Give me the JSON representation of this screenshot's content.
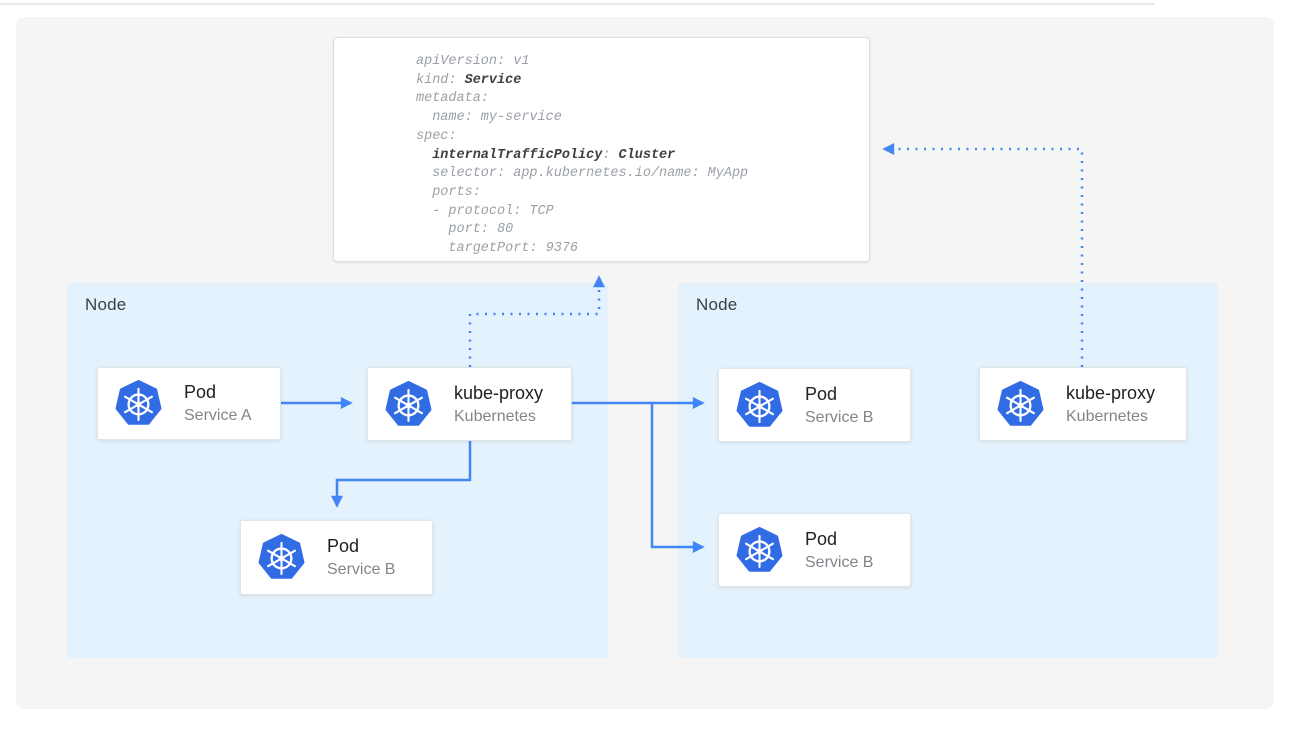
{
  "colors": {
    "arrow_blue": "#4285f4",
    "k8s_icon_blue": "#326ce5",
    "node_fill": "#e3f2fd",
    "panel_bg": "#f5f5f6",
    "card_bg": "#ffffff",
    "title_text": "#212124",
    "subtitle_text": "#80868b",
    "yaml_text": "#9aa0a6",
    "yaml_bold_text": "#3c4043"
  },
  "nodes": [
    {
      "label": "Node"
    },
    {
      "label": "Node"
    }
  ],
  "cards": [
    {
      "title": "Pod",
      "subtitle": "Service A"
    },
    {
      "title": "kube-proxy",
      "subtitle": "Kubernetes"
    },
    {
      "title": "Pod",
      "subtitle": "Service B"
    },
    {
      "title": "Pod",
      "subtitle": "Service B"
    },
    {
      "title": "Pod",
      "subtitle": "Service B"
    },
    {
      "title": "kube-proxy",
      "subtitle": "Kubernetes"
    }
  ],
  "yaml_card": {
    "lines": [
      [
        {
          "t": "apiVersion: v1"
        }
      ],
      [
        {
          "t": "kind: "
        },
        {
          "t": "Service",
          "b": true
        }
      ],
      [
        {
          "t": "metadata:"
        }
      ],
      [
        {
          "t": "  name: my-service"
        }
      ],
      [
        {
          "t": "spec:"
        }
      ],
      [
        {
          "t": "  "
        },
        {
          "t": "internalTrafficPolicy",
          "b": true
        },
        {
          "t": ": "
        },
        {
          "t": "Cluster",
          "b": true
        }
      ],
      [
        {
          "t": "  selector: app.kubernetes.io/name: MyApp"
        }
      ],
      [
        {
          "t": "  ports:"
        }
      ],
      [
        {
          "t": "  - protocol: TCP"
        }
      ],
      [
        {
          "t": "    port: 80"
        }
      ],
      [
        {
          "t": "    targetPort: 9376"
        }
      ]
    ]
  }
}
